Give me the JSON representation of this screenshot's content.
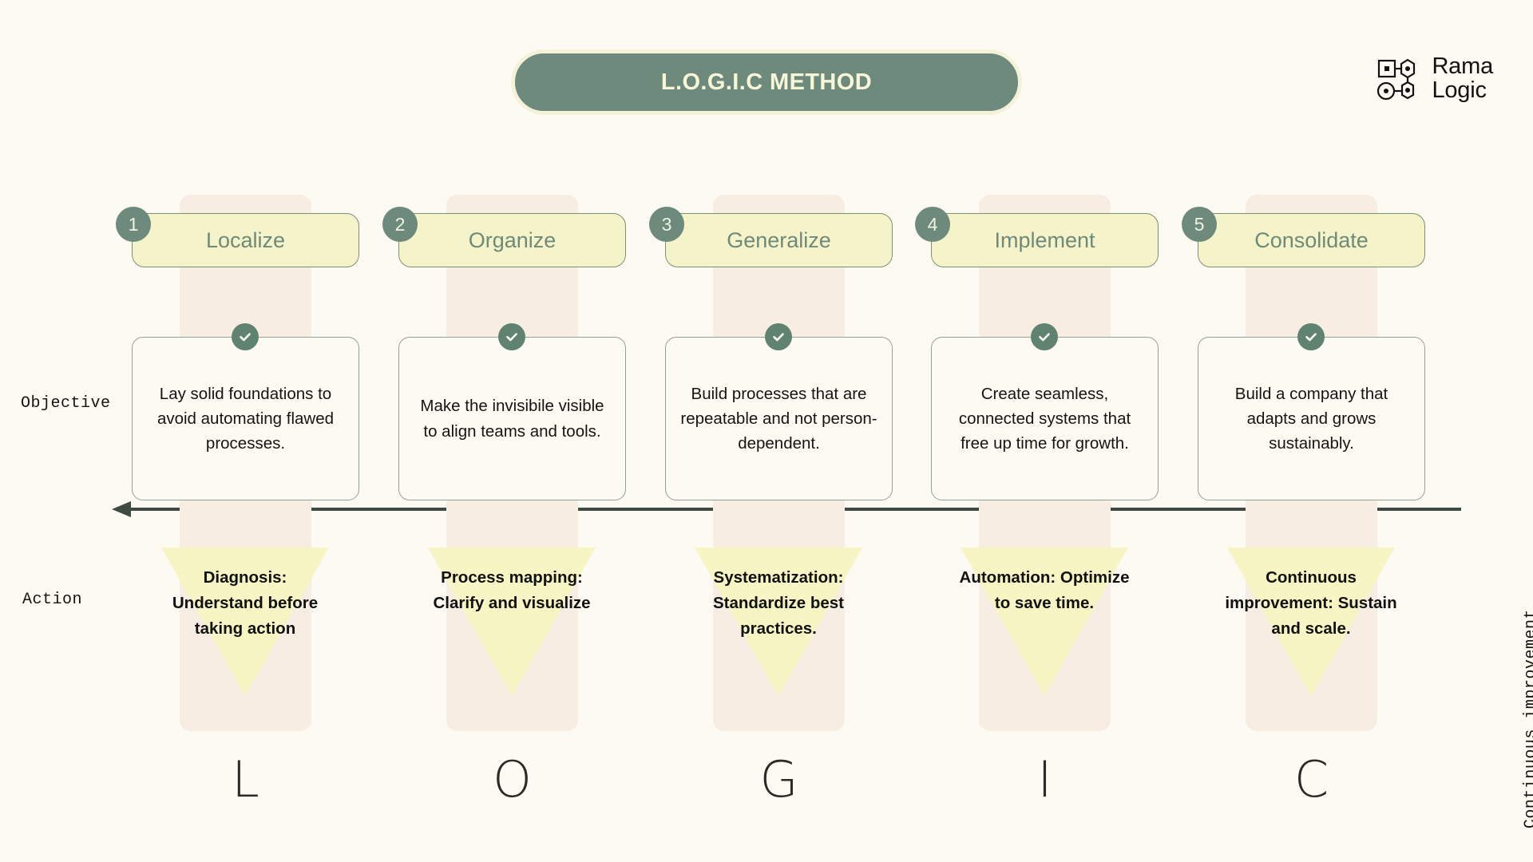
{
  "header": {
    "title": "L.O.G.I.C METHOD",
    "logo_line1": "Rama",
    "logo_line2": "Logic",
    "logo_icon": "node-graph-icon"
  },
  "axes": {
    "objective_label": "Objective",
    "action_label": "Action",
    "continuous_label": "Continuous improvement",
    "arrow_icon": "left-arrow-icon",
    "arrow_direction": "left"
  },
  "colors": {
    "background": "#fdfaf4",
    "accent_green": "#6d8a7c",
    "pill_yellow": "#f4f3c9",
    "column_beige": "#f7ede2",
    "triangle_yellow": "#f7f5c4",
    "title_text": "#f7f6d8",
    "card_border": "#91a394"
  },
  "stages": [
    {
      "number": "1",
      "letter": "L",
      "name": "Localize",
      "objective": "Lay solid foundations to avoid automating flawed processes.",
      "action": "Diagnosis: Understand before taking action",
      "check_icon": "check-circle-icon"
    },
    {
      "number": "2",
      "letter": "O",
      "name": "Organize",
      "objective": "Make the invisibile visible to align teams and tools.",
      "action": "Process mapping: Clarify and visualize",
      "check_icon": "check-circle-icon"
    },
    {
      "number": "3",
      "letter": "G",
      "name": "Generalize",
      "objective": "Build processes that are repeatable and not person-dependent.",
      "action": "Systematization: Standardize best practices.",
      "check_icon": "check-circle-icon"
    },
    {
      "number": "4",
      "letter": "I",
      "name": "Implement",
      "objective": "Create seamless, connected systems that free up time for growth.",
      "action": "Automation: Optimize to save time.",
      "check_icon": "check-circle-icon"
    },
    {
      "number": "5",
      "letter": "C",
      "name": "Consolidate",
      "objective": "Build a company that adapts and grows sustainably.",
      "action": "Continuous improvement: Sustain and scale.",
      "check_icon": "check-circle-icon"
    }
  ]
}
